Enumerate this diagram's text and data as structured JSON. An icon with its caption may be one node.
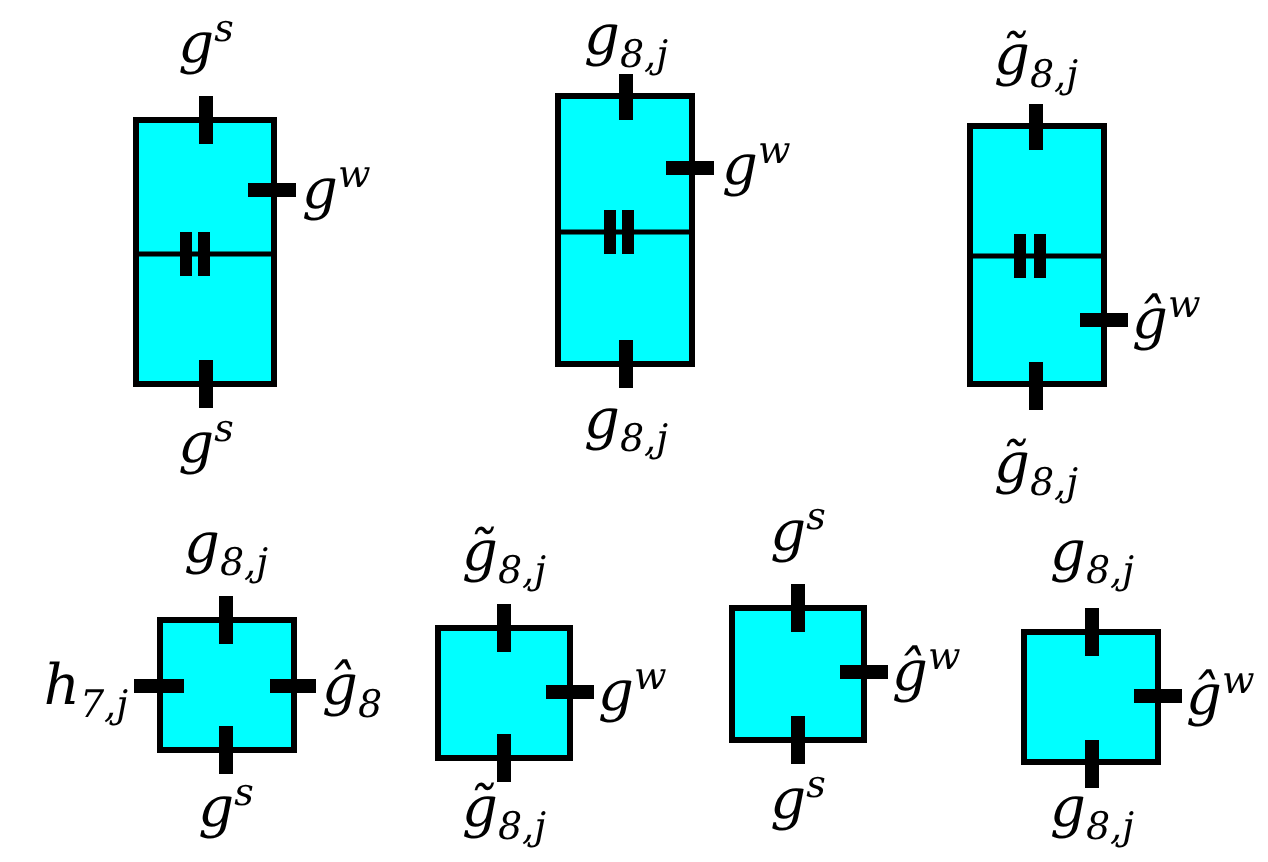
{
  "diagram": {
    "nodes": [
      {
        "text": [],
        "shape": "box",
        "beside": [
          "g$^{s}$",
          "g$^{w}$",
          "g$^{s}$"
        ]
      },
      {
        "text": [],
        "shape": "box",
        "beside": [
          "g$_{8,j}$",
          "g$^{w}$",
          "g$_{8,j}$"
        ]
      },
      {
        "text": [],
        "shape": "box",
        "beside": [
          "g̃$_{8,j}$",
          "ĝ$^{w}$",
          "g̃$_{8,j}$"
        ]
      },
      {
        "text": [],
        "shape": "box",
        "beside": [
          "g$_{8,j}$",
          "h$_{7,j}$",
          "ĝ$_{8}$",
          "g$^{s}$"
        ]
      },
      {
        "text": [],
        "shape": "box",
        "beside": [
          "g̃$_{8,j}$",
          "g$^{w}$",
          "g̃$_{8,j}$"
        ]
      },
      {
        "text": [],
        "shape": "box",
        "beside": [
          "g$^{s}$",
          "ĝ$^{w}$",
          "g$^{s}$"
        ]
      },
      {
        "text": [],
        "shape": "box",
        "beside": [
          "g$_{8,j}$",
          "ĝ$^{w}$",
          "g$_{8,j}$"
        ]
      }
    ]
  }
}
